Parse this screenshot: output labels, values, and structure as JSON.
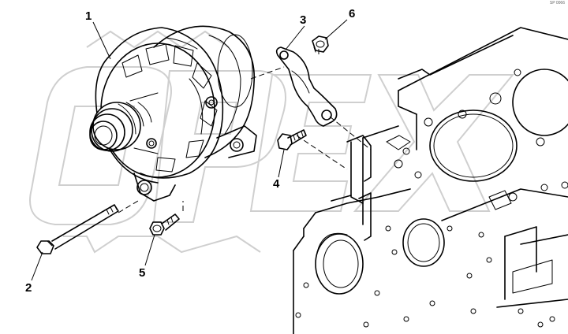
{
  "watermark": {
    "text": "OPEX"
  },
  "corner_code": "SP 0066",
  "callouts": [
    {
      "number": "1",
      "part": "alternator"
    },
    {
      "number": "2",
      "part": "long bolt"
    },
    {
      "number": "3",
      "part": "bracket"
    },
    {
      "number": "4",
      "part": "bracket bolt"
    },
    {
      "number": "5",
      "part": "lower bolt"
    },
    {
      "number": "6",
      "part": "nut"
    }
  ]
}
